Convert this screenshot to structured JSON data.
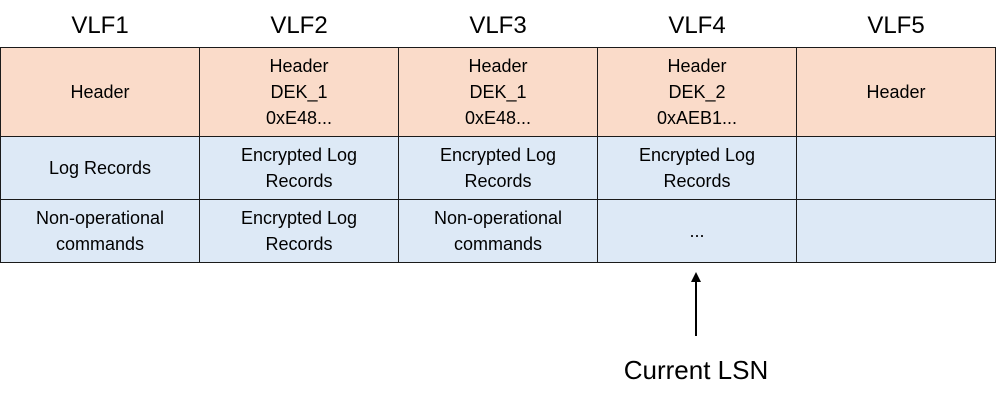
{
  "columns": [
    "VLF1",
    "VLF2",
    "VLF3",
    "VLF4",
    "VLF5"
  ],
  "rows": {
    "header": [
      [
        "Header"
      ],
      [
        "Header",
        "DEK_1",
        "0xE48..."
      ],
      [
        "Header",
        "DEK_1",
        "0xE48..."
      ],
      [
        "Header",
        "DEK_2",
        "0xAEB1..."
      ],
      [
        "Header"
      ]
    ],
    "log": [
      [
        "Log Records"
      ],
      [
        "Encrypted Log",
        "Records"
      ],
      [
        "Encrypted Log",
        "Records"
      ],
      [
        "Encrypted Log",
        "Records"
      ],
      []
    ],
    "nonop": [
      [
        "Non-operational",
        "commands"
      ],
      [
        "Encrypted Log",
        "Records"
      ],
      [
        "Non-operational",
        "commands"
      ],
      [
        "..."
      ],
      []
    ]
  },
  "pointer": {
    "label": "Current LSN",
    "target_column": "VLF4"
  },
  "colors": {
    "header_fill": "#fadbc9",
    "body_fill": "#dde9f6",
    "border": "#1a1a1a"
  }
}
